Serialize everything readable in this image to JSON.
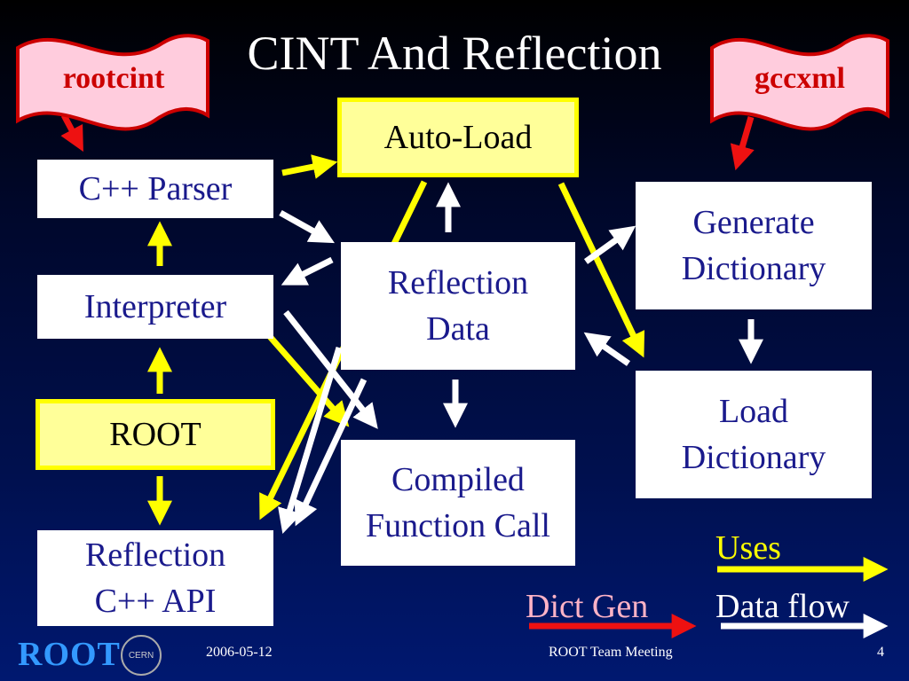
{
  "slide": {
    "title": "CINT And Reflection",
    "footer": {
      "date": "2006-05-12",
      "meeting": "ROOT Team Meeting",
      "page_number": "4",
      "logo_text": "ROOT",
      "cern_logo_text": "CERN"
    }
  },
  "banners": {
    "rootcint": "rootcint",
    "gccxml": "gccxml"
  },
  "boxes": {
    "auto_load": "Auto-Load",
    "cpp_parser": "C++ Parser",
    "interpreter": "Interpreter",
    "root": "ROOT",
    "reflection_api_line1": "Reflection",
    "reflection_api_line2": "C++ API",
    "reflection_data_line1": "Reflection",
    "reflection_data_line2": "Data",
    "compiled_call_line1": "Compiled",
    "compiled_call_line2": "Function Call",
    "generate_dict_line1": "Generate",
    "generate_dict_line2": "Dictionary",
    "load_dict_line1": "Load",
    "load_dict_line2": "Dictionary"
  },
  "legend": {
    "uses": "Uses",
    "dict_gen": "Dict Gen",
    "data_flow": "Data flow"
  },
  "colors": {
    "uses": "#ffff00",
    "dict_gen": "#ee1111",
    "data_flow": "#ffffff",
    "box_text": "#1a1a8c",
    "banner_fill": "#ffccdd"
  }
}
